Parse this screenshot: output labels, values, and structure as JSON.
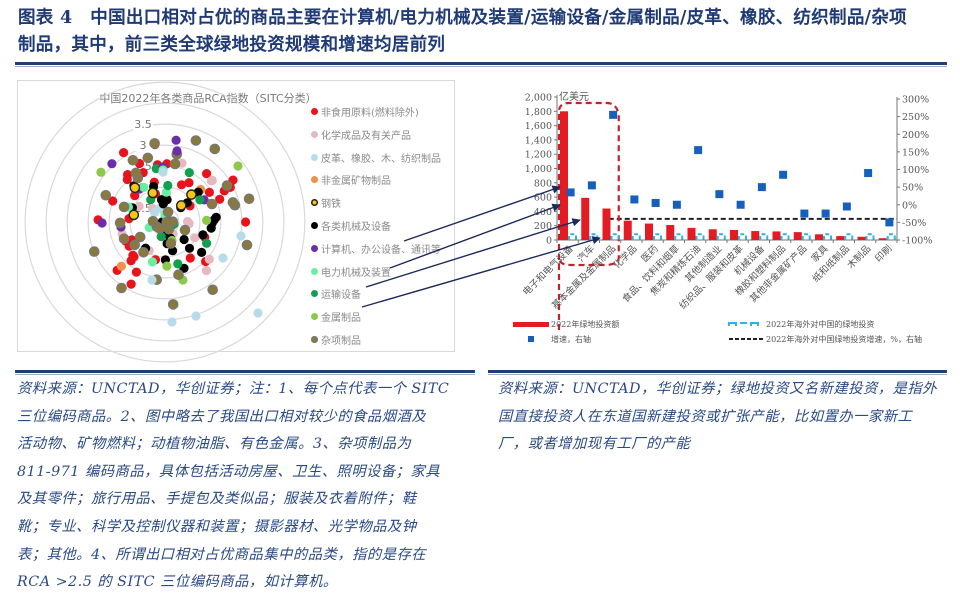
{
  "title": {
    "line1": "图表 4　中国出口相对占优的商品主要在计算机/电力机械及装置/运输设备/金属制品/皮革、橡胶、纺织制品/杂项",
    "line2": "制品，其中，前三类全球绿地投资规模和增速均居前列"
  },
  "left_chart": {
    "title": "中国2022年各类商品RCA指数（SITC分类）",
    "ring_labels": [
      "1.5",
      "2",
      "2.5",
      "3",
      "3.5"
    ],
    "legend": [
      {
        "label": "非食用原料(燃料除外)",
        "color": "#e8141c"
      },
      {
        "label": "化学成品及有关产品",
        "color": "#e6b8c0"
      },
      {
        "label": "皮革、橡胶、木、纺织制品",
        "color": "#b7dbe9"
      },
      {
        "label": "非金属矿物制品",
        "color": "#f0904a"
      },
      {
        "label": "钢铁",
        "color": "#f5c518",
        "ring": "#222222"
      },
      {
        "label": "各类机械及设备",
        "color": "#000000"
      },
      {
        "label": "计算机、办公设备、通讯等",
        "color": "#6a2ea8"
      },
      {
        "label": "电力机械及装置",
        "color": "#66f0a0"
      },
      {
        "label": "运输设备",
        "color": "#10a050"
      },
      {
        "label": "金属制品",
        "color": "#8cc84a"
      },
      {
        "label": "杂项制品",
        "color": "#8a7a3a",
        "ring": "#777777"
      }
    ]
  },
  "right_chart": {
    "unit_label": "亿美元",
    "left_ticks": [
      "0",
      "200",
      "400",
      "600",
      "800",
      "1,000",
      "1,200",
      "1,400",
      "1,600",
      "1,800",
      "2,000"
    ],
    "right_ticks": [
      "-100%",
      "-50%",
      "0%",
      "50%",
      "100%",
      "150%",
      "200%",
      "250%",
      "300%"
    ],
    "legend": {
      "bar": "2022年绿地投资额",
      "square": "增速，右轴",
      "cyan_dashed": "2022年海外对中国的绿地投资",
      "black_dashed": "2022年海外对中国绿地投资增速，%，右轴"
    }
  },
  "chart_data": [
    {
      "type": "scatter",
      "title": "中国2022年各类商品RCA指数（SITC分类）",
      "subtype": "polar scatter (radius = RCA index)",
      "radial_ticks": [
        1.5,
        2,
        2.5,
        3,
        3.5
      ],
      "series": [
        "非食用原料(燃料除外)",
        "化学成品及有关产品",
        "皮革、橡胶、木、纺织制品",
        "非金属矿物制品",
        "钢铁",
        "各类机械及设备",
        "计算机、办公设备、通讯等",
        "电力机械及装置",
        "运输设备",
        "金属制品",
        "杂项制品"
      ],
      "legend_position": "right"
    },
    {
      "type": "bar",
      "title": "",
      "ylabel": "亿美元",
      "ylim": [
        0,
        2000
      ],
      "y2lim": [
        -100,
        300
      ],
      "categories": [
        "电子和电气设备",
        "汽车",
        "基本金属及金属制品",
        "化学品",
        "医药",
        "食品、饮料和烟草",
        "焦炭和精炼石油",
        "其他制造业",
        "纺织品、服装和皮革",
        "机械设备",
        "橡胶和塑料制品",
        "其他非金属矿产品",
        "家具",
        "纸和纸制品",
        "木制品",
        "印刷"
      ],
      "series": [
        {
          "name": "2022年绿地投资额",
          "axis": "left",
          "values": [
            1800,
            590,
            440,
            270,
            230,
            210,
            170,
            150,
            140,
            125,
            120,
            110,
            80,
            55,
            45,
            25
          ]
        },
        {
          "name": "2022年海外对中国的绿地投资",
          "axis": "left",
          "values": [
            80,
            80,
            80,
            80,
            80,
            80,
            80,
            80,
            80,
            80,
            80,
            80,
            80,
            80,
            80,
            80
          ]
        },
        {
          "name": "增速，右轴",
          "axis": "right",
          "values": [
            35,
            55,
            255,
            15,
            5,
            0,
            155,
            30,
            0,
            50,
            85,
            -25,
            -25,
            -5,
            90,
            -50
          ]
        },
        {
          "name": "2022年海外对中国绿地投资增速，%，右轴",
          "axis": "right",
          "values": [
            -40
          ]
        }
      ],
      "annotations": [
        "前三类（电子和电气设备、汽车、基本金属及金属制品）以红色虚线框标出"
      ]
    }
  ],
  "notes": {
    "left": [
      "资料来源：UNCTAD，华创证券；注：1、每个点代表一个 SITC",
      "三位编码商品。2、图中略去了我国出口相对较少的食品烟酒及",
      "活动物、矿物燃料；动植物油脂、有色金属。3、杂项制品为",
      "811-971 编码商品，具体包括活动房屋、卫生、照明设备；家具",
      "及其零件；旅行用品、手提包及类似品；服装及衣着附件；鞋",
      "靴；专业、科学及控制仪器和装置；摄影器材、光学物品及钟",
      "表；其他。4、所谓出口相对占优商品集中的品类，指的是存在",
      "RCA >2.5 的 SITC 三位编码商品，如计算机。"
    ],
    "right": [
      "资料来源：UNCTAD，华创证券；绿地投资又名新建投资，是指外",
      "国直接投资人在东道国新建投资或扩张产能，比如置办一家新工",
      "厂，或者增加现有工厂的产能"
    ]
  }
}
